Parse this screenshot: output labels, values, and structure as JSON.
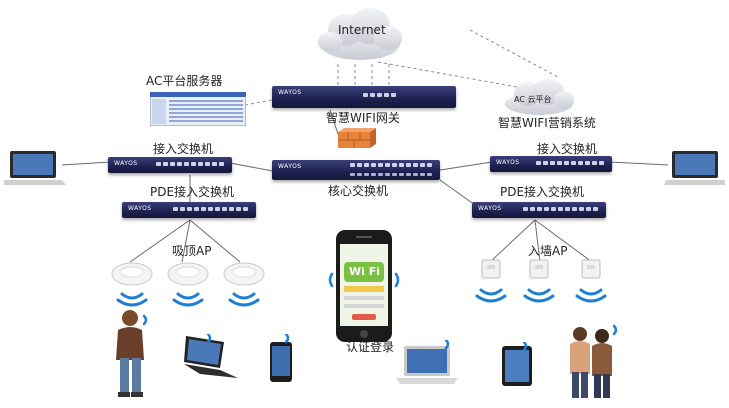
{
  "diagram": {
    "internet": "Internet",
    "ac_server": "AC平台服务器",
    "ac_cloud": "AC 云平台",
    "gateway": "智慧WIFI网关",
    "marketing": "智慧WIFI营销系统",
    "core_switch": "核心交换机",
    "access_switch_left": "接入交换机",
    "access_switch_right": "接入交换机",
    "poe_left": "PDE接入交换机",
    "poe_right": "PDE接入交换机",
    "ceiling_ap": "吸顶AP",
    "wall_ap": "入墙AP",
    "auth_login": "认证登录",
    "brand": "WAYOS",
    "wifi_text": "Wi Fi"
  },
  "colors": {
    "device_navy": "#1f2356",
    "cloud": "#d8dbe2",
    "link_line": "#6b6b6b",
    "dashed_link": "#8a8a8a",
    "wifi_blue": "#1f7fd4",
    "firewall": "#e8843a",
    "phone_green": "#7bc043"
  }
}
